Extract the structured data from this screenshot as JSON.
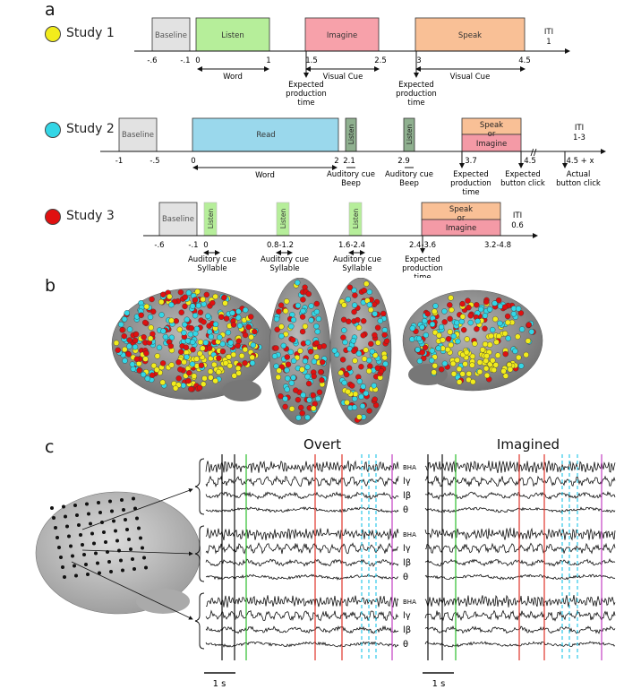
{
  "panels": {
    "a": "a",
    "b": "b",
    "c": "c"
  },
  "colors": {
    "study1": "#f2ec1c",
    "study2": "#33d6e6",
    "study3": "#e01010",
    "baseline": "#e2e2e2",
    "listen": "#b6ee9a",
    "imagine_block": "#f7a1aa",
    "speak": "#f9c096",
    "read": "#9ad8ec",
    "listen_dark": "#8fb08f",
    "imagine_fill": "#f49aa6",
    "brain": "#9a9a9a"
  },
  "studies": {
    "s1": {
      "name": "Study 1",
      "blocks": [
        "Baseline",
        "Listen",
        "Imagine",
        "Speak"
      ],
      "iti": "ITI",
      "iti_value": "1",
      "ticks": [
        "-.6",
        "-.1",
        "0",
        "1",
        "1.5",
        "2.5",
        "3",
        "4.5"
      ],
      "ranges": [
        "Word",
        "Visual Cue",
        "Visual Cue"
      ],
      "notes": [
        "Expected",
        "production",
        "time"
      ]
    },
    "s2": {
      "name": "Study 2",
      "blocks": [
        "Baseline",
        "Read",
        "Listen",
        "Listen",
        "Speak",
        "or",
        "Imagine"
      ],
      "iti": "ITI",
      "iti_value": "1-3",
      "ticks": [
        "-1",
        "-.5",
        "0",
        "2",
        "2.1",
        "2.9",
        "3.7",
        "4.5",
        "4.5 + x"
      ],
      "range": "Word",
      "notes": {
        "aud1a": "Auditory cue",
        "aud1b": "Beep",
        "aud2a": "Auditory cue",
        "aud2b": "Beep",
        "exp1": "Expected",
        "exp2": "production",
        "exp3": "time",
        "btn1": "Expected",
        "btn2": "button click",
        "act1": "Actual",
        "act2": "button click"
      }
    },
    "s3": {
      "name": "Study 3",
      "blocks": [
        "Baseline",
        "Listen",
        "Listen",
        "Listen",
        "Speak",
        "or",
        "Imagine"
      ],
      "iti": "ITI",
      "iti_value": "0.6",
      "ticks": [
        "-.6",
        "-.1",
        "0",
        "0.8-1.2",
        "1.6-2.4",
        "2.4-3.6",
        "3.2-4.8"
      ],
      "notes": {
        "aud": "Auditory cue",
        "syl": "Syllable",
        "exp1": "Expected",
        "exp2": "production",
        "exp3": "time"
      }
    }
  },
  "panel_c": {
    "title_overt": "Overt",
    "title_imagined": "Imagined",
    "band_labels": [
      "BHA",
      "lγ",
      "lβ",
      "θ"
    ],
    "scale": "1 s"
  }
}
